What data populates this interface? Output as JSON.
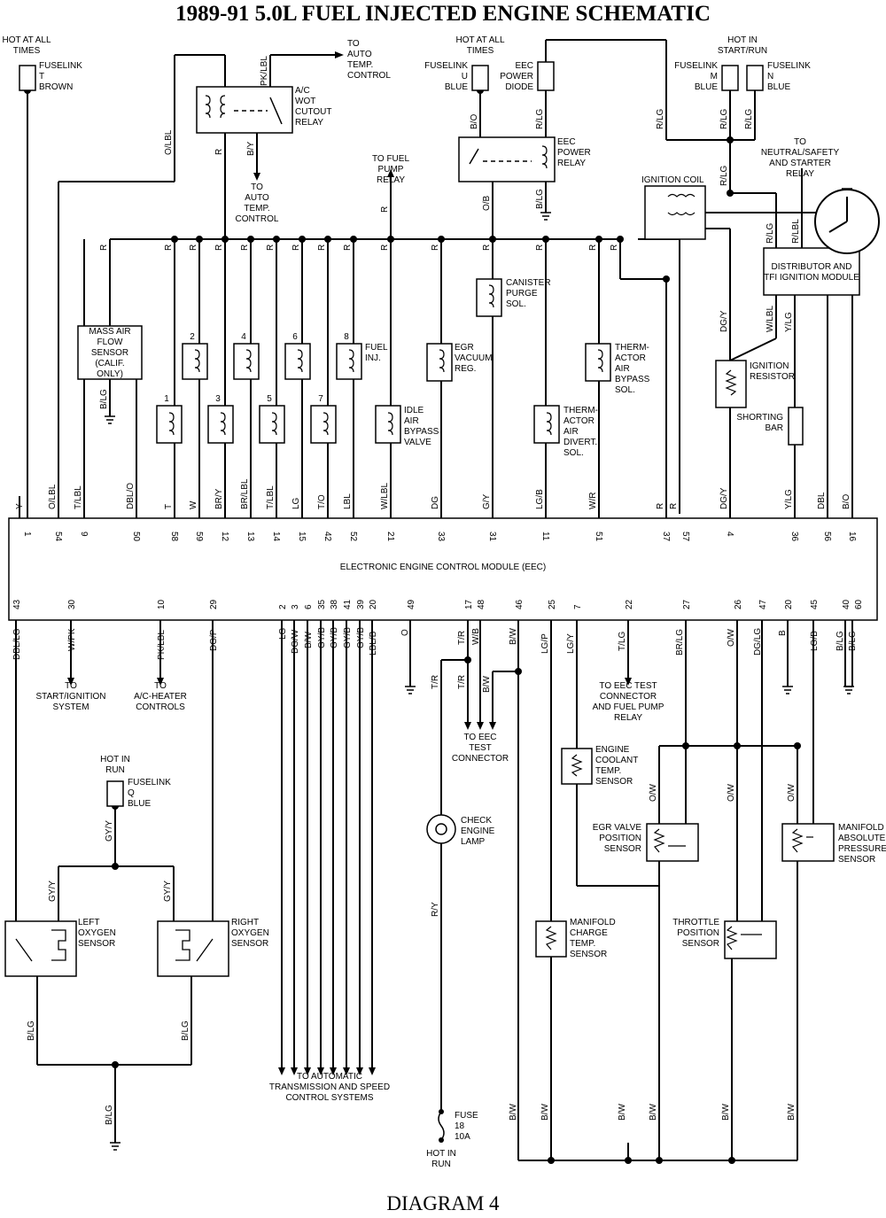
{
  "title": "1989-91 5.0L FUEL INJECTED ENGINE SCHEMATIC",
  "caption": "DIAGRAM 4",
  "eec_module": "ELECTRONIC ENGINE CONTROL MODULE (EEC)",
  "labels": {
    "hot_all_times_1": [
      "HOT AT ALL",
      "TIMES"
    ],
    "fuselink_t": [
      "FUSELINK",
      "T",
      "BROWN"
    ],
    "to_auto_temp_1": [
      "TO",
      "AUTO",
      "TEMP.",
      "CONTROL"
    ],
    "ac_relay": [
      "A/C",
      "WOT",
      "CUTOUT",
      "RELAY"
    ],
    "to_auto_temp_2": [
      "TO",
      "AUTO",
      "TEMP.",
      "CONTROL"
    ],
    "hot_all_times_2": [
      "HOT AT ALL",
      "TIMES"
    ],
    "fuselink_u": [
      "FUSELINK",
      "U",
      "BLUE"
    ],
    "eec_diode": [
      "EEC",
      "POWER",
      "DIODE"
    ],
    "eec_relay": [
      "EEC",
      "POWER",
      "RELAY"
    ],
    "to_fuel_pump": [
      "TO FUEL",
      "PUMP",
      "RELAY"
    ],
    "hot_start_run": [
      "HOT IN",
      "START/RUN"
    ],
    "fuselink_m": [
      "FUSELINK",
      "M",
      "BLUE"
    ],
    "fuselink_n": [
      "FUSELINK",
      "N",
      "BLUE"
    ],
    "to_neutral": [
      "TO",
      "NEUTRAL/SAFETY",
      "AND STARTER",
      "RELAY"
    ],
    "ignition_coil": [
      "IGNITION COIL"
    ],
    "distributor": [
      "DISTRIBUTOR AND",
      "TFI IGNITION MODULE"
    ],
    "maf": [
      "MASS AIR",
      "FLOW",
      "SENSOR",
      "(CALIF.",
      "ONLY)"
    ],
    "canister": [
      "CANISTER",
      "PURGE",
      "SOL."
    ],
    "fuel_inj": [
      "FUEL",
      "INJ."
    ],
    "egr_vac": [
      "EGR",
      "VACUUM",
      "REG."
    ],
    "thermactor_bypass": [
      "THERM-",
      "ACTOR",
      "AIR",
      "BYPASS",
      "SOL."
    ],
    "ign_resistor": [
      "IGNITION",
      "RESISTOR"
    ],
    "shorting_bar": [
      "SHORTING",
      "BAR"
    ],
    "idle_air": [
      "IDLE",
      "AIR",
      "BYPASS",
      "VALVE"
    ],
    "thermactor_divert": [
      "THERM-",
      "ACTOR",
      "AIR",
      "DIVERT.",
      "SOL."
    ],
    "to_start_ign": [
      "TO",
      "START/IGNITION",
      "SYSTEM"
    ],
    "to_ac_heater": [
      "TO",
      "A/C-HEATER",
      "CONTROLS"
    ],
    "to_eec_test": [
      "TO EEC",
      "TEST",
      "CONNECTOR"
    ],
    "to_eec_test_relay": [
      "TO EEC TEST",
      "CONNECTOR",
      "AND FUEL PUMP",
      "RELAY"
    ],
    "engine_coolant": [
      "ENGINE",
      "COOLANT",
      "TEMP.",
      "SENSOR"
    ],
    "hot_in_run_1": [
      "HOT IN",
      "RUN"
    ],
    "fuselink_q": [
      "FUSELINK",
      "Q",
      "BLUE"
    ],
    "check_engine": [
      "CHECK",
      "ENGINE",
      "LAMP"
    ],
    "egr_valve_pos": [
      "EGR VALVE",
      "POSITION",
      "SENSOR"
    ],
    "map_sensor": [
      "MANIFOLD",
      "ABSOLUTE",
      "PRESSURE",
      "SENSOR"
    ],
    "left_o2": [
      "LEFT",
      "OXYGEN",
      "SENSOR"
    ],
    "right_o2": [
      "RIGHT",
      "OXYGEN",
      "SENSOR"
    ],
    "manifold_charge": [
      "MANIFOLD",
      "CHARGE",
      "TEMP.",
      "SENSOR"
    ],
    "throttle_pos": [
      "THROTTLE",
      "POSITION",
      "SENSOR"
    ],
    "to_auto_trans": [
      "TO AUTOMATIC",
      "TRANSMISSION AND SPEED",
      "CONTROL SYSTEMS"
    ],
    "fuse_18": [
      "FUSE",
      "18",
      "10A"
    ],
    "hot_in_run_2": [
      "HOT IN",
      "RUN"
    ]
  },
  "injector_numbers": [
    "1",
    "2",
    "3",
    "4",
    "5",
    "6",
    "7",
    "8"
  ],
  "top_wires": [
    "Y",
    "O/LBL",
    "T/LBL",
    "DBL/O",
    "T",
    "W",
    "BR/Y",
    "BR/LBL",
    "T/LBL",
    "LG",
    "T/O",
    "LBL",
    "W/LBL",
    "DG",
    "G/Y",
    "LG/B",
    "W/R",
    "R",
    "R",
    "DG/Y",
    "Y/LG",
    "DBL",
    "B/O"
  ],
  "top_pins": [
    "1",
    "54",
    "9",
    "50",
    "58",
    "59",
    "12",
    "13",
    "14",
    "15",
    "42",
    "52",
    "21",
    "33",
    "31",
    "11",
    "51",
    "37",
    "57",
    "4",
    "36",
    "56",
    "16"
  ],
  "bottom_pins": [
    "43",
    "30",
    "10",
    "29",
    "2",
    "3",
    "6",
    "35",
    "38",
    "41",
    "39",
    "20",
    "49",
    "17",
    "48",
    "46",
    "25",
    "7",
    "22",
    "27",
    "26",
    "47",
    "20",
    "45",
    "40",
    "60"
  ],
  "bottom_wires": [
    "DBL/LG",
    "W/PK",
    "PK/LBL",
    "DG/P",
    "LG",
    "DG/W",
    "B/W",
    "GY/B",
    "GY/B",
    "GY/B",
    "GY/B",
    "LBL/B",
    "O",
    "T/R",
    "W/B",
    "B/W",
    "LG/P",
    "LG/Y",
    "T/LG",
    "BR/LG",
    "O/W",
    "DG/LG",
    "B",
    "LG/B",
    "B/LG",
    "B/LG"
  ],
  "misc_wires": {
    "pk_lbl": "PK/LBL",
    "r": "R",
    "b_y": "B/Y",
    "o_lbl": "O/LBL",
    "b_o": "B/O",
    "r_lg": "R/LG",
    "o_b": "O/B",
    "b_lg": "B/LG",
    "dg_y": "DG/Y",
    "w_lbl": "W/LBL",
    "y_lg": "Y/LG",
    "r_lbl": "R/LBL",
    "b_w": "B/W",
    "r_y": "R/Y",
    "gy_y": "GY/Y",
    "o_w": "O/W",
    "t_r": "T/R"
  }
}
